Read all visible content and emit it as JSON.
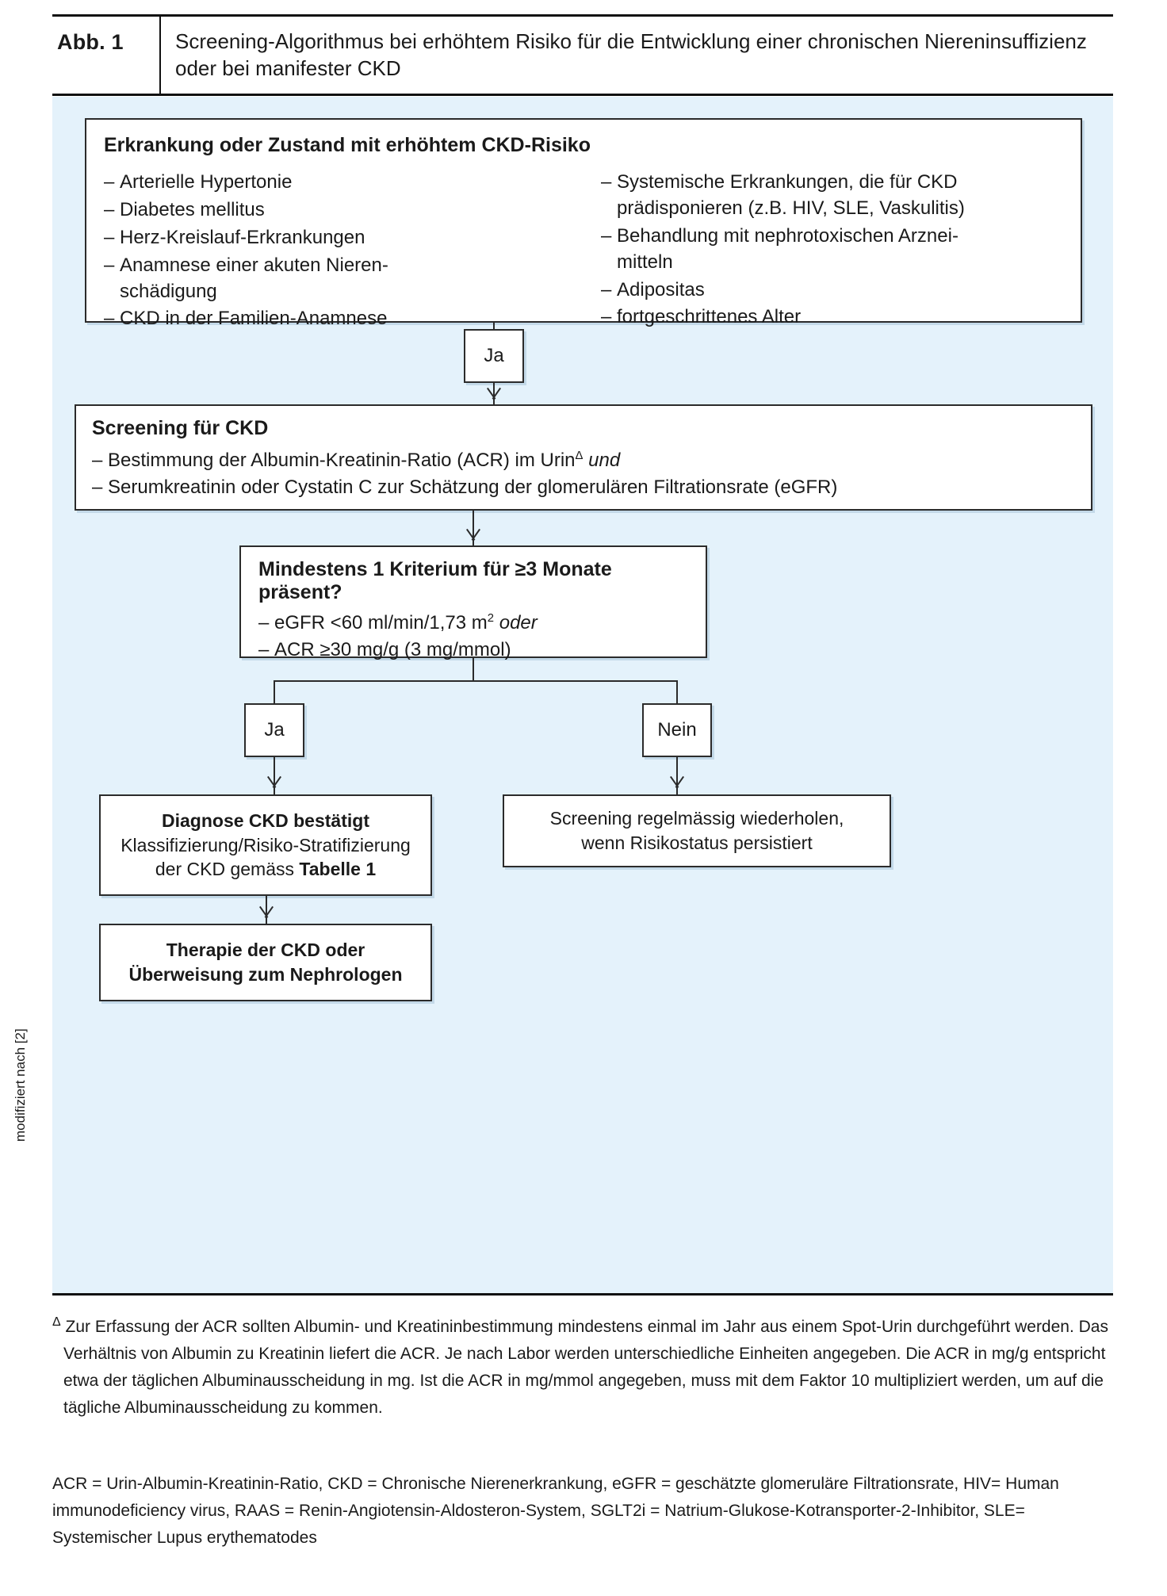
{
  "figure": {
    "label": "Abb. 1",
    "title": "Screening-Algorithmus bei erhöhtem Risiko für die Entwicklung einer chronischen Niereninsuffizienz oder bei manifester CKD",
    "side_credit": "modifiziert nach [2]"
  },
  "risk_box": {
    "title": "Erkrankung oder Zustand mit erhöhtem CKD-Risiko",
    "left_items": [
      "Arterielle Hypertonie",
      "Diabetes mellitus",
      "Herz-Kreislauf-Erkrankungen",
      "Anamnese einer akuten Nieren-\nschädigung",
      "CKD in der Familien-Anamnese"
    ],
    "right_items": [
      "Systemische Erkrankungen, die für CKD\nprädisponieren (z.B. HIV, SLE, Vaskulitis)",
      "Behandlung mit nephrotoxischen Arznei-\nmitteln",
      "Adipositas",
      "fortgeschrittenes Alter"
    ]
  },
  "connectors": {
    "ja_1": "Ja",
    "ja_2": "Ja",
    "nein": "Nein"
  },
  "screening_box": {
    "title": "Screening für CKD",
    "item_1_pre": "Bestimmung der Albumin-Kreatinin-Ratio (ACR) im Urin",
    "item_1_marker": "Δ",
    "item_1_post": "und",
    "item_2": "Serumkreatinin oder Cystatin C zur Schätzung der glomerulären Filtrationsrate (eGFR)"
  },
  "criteria_box": {
    "title": "Mindestens 1 Kriterium für ≥3 Monate präsent?",
    "item_1_pre": "eGFR <60 ml/min/1,73 m",
    "item_1_sup": "2",
    "item_1_post": "oder",
    "item_2": "ACR ≥30 mg/g (3 mg/mmol)"
  },
  "diagnosis_box": {
    "line_1": "Diagnose CKD bestätigt",
    "line_2": "Klassifizierung/Risiko-Stratifizierung",
    "line_3_pre": "der CKD gemäss ",
    "line_3_bold": "Tabelle 1"
  },
  "therapy_box": {
    "line_1": "Therapie der CKD oder",
    "line_2": "Überweisung zum Nephrologen"
  },
  "repeat_box": {
    "line_1": "Screening regelmässig wiederholen,",
    "line_2": "wenn Risikostatus persistiert"
  },
  "footnote": {
    "marker": "Δ",
    "text": "Zur Erfassung der ACR sollten Albumin- und Kreatininbestimmung mindestens einmal im Jahr aus einem Spot-Urin durchgeführt werden. Das Verhältnis von Albumin zu Kreatinin liefert die ACR. Je nach Labor werden unterschiedliche Einheiten angegeben. Die ACR in mg/g entspricht etwa der täglichen Albuminausscheidung in mg. Ist die ACR in mg/mmol angegeben, muss mit dem Faktor 10 multipliziert werden, um auf die tägliche Albuminausscheidung zu kommen."
  },
  "abbreviations": {
    "text": "ACR = Urin-Albumin-Kreatinin-Ratio, CKD = Chronische Nierenerkrankung, eGFR = geschätzte glomeruläre Filtrationsrate, HIV= Human immunodeficiency virus, RAAS = Renin-Angiotensin-Aldosteron-System, SGLT2i = Natrium-Glukose-Kotransporter-2-Inhibitor, SLE= Systemischer Lupus erythematodes"
  },
  "colors": {
    "canvas_background": "#e4f2fb",
    "box_border": "#2b2b2b",
    "text": "#1a1a1a"
  }
}
